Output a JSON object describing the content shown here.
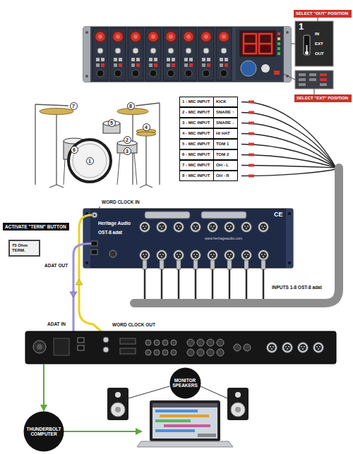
{
  "diagram": {
    "nodes": [
      {
        "text": [
          "SELECT \"OUT\" POSITION"
        ]
      },
      {
        "text": [
          "SELECT \"EXT\" POSITION"
        ]
      },
      {
        "text": [
          "ACTIVATE \"TERM\" BUTTON"
        ]
      },
      {
        "text": [
          "75 Ohm TERM."
        ]
      },
      {
        "text": [
          "MONITOR SPEAKERS"
        ]
      },
      {
        "text": [
          "THUNDERBOLT COMPUTER"
        ]
      }
    ],
    "labels": [
      "1",
      "IN",
      "EXT",
      "OUT",
      "7",
      "8",
      "5",
      "4",
      "6",
      "2",
      "3",
      "1",
      "1 - MIC INPUT",
      "KICK",
      "2 - MIC INPUT",
      "SNARE ↑",
      "3 - MIC INPUT",
      "SNARE ↓",
      "4 - MIC INPUT",
      "HI HAT",
      "5 - MIC INPUT",
      "TOM 1",
      "6 - MIC INPUT",
      "TOM 2",
      "7 - MIC INPUT",
      "OH - L",
      "8 - MIC INPUT",
      "OH - R",
      "WORD CLOCK IN",
      "Heritage Audio",
      "OST-8 adat",
      "CE",
      "www.heritageaudio.com",
      "ADAT OUT",
      "INPUTS 1-8 OST-8 adat",
      "ADAT IN",
      "WORD CLOCK OUT"
    ]
  }
}
